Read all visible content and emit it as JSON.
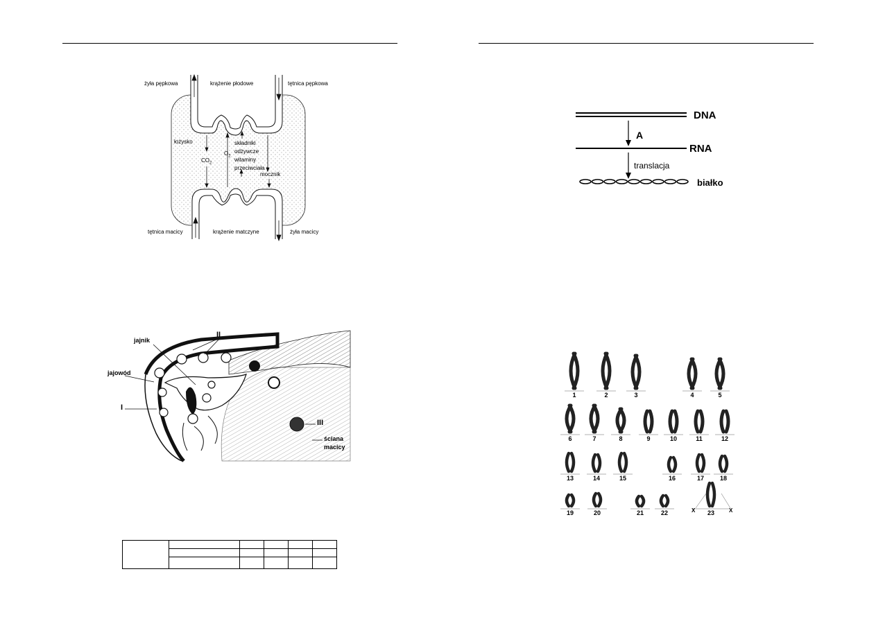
{
  "placenta_diagram": {
    "fetal_vein": "żyła pępkowa",
    "fetal_circulation": "krążenie płodowe",
    "fetal_artery": "tętnica pępkowa",
    "placenta": "łożysko",
    "co2": "CO",
    "co2_sub": "2",
    "o2": "O",
    "o2_sub": "2",
    "nutrients": [
      "składniki",
      "odżywcze",
      "witaminy",
      "przeciwciała"
    ],
    "urea": "mocznik",
    "uterine_artery": "tętnica macicy",
    "maternal_circulation": "krążenie matczyne",
    "uterine_vein": "żyła macicy"
  },
  "reproductive_diagram": {
    "ovary": "jajnik",
    "label_II": "II",
    "oviduct": "jajowód",
    "label_I": "I",
    "label_III": "III",
    "uterine_wall": [
      "ściana",
      "macicy"
    ]
  },
  "dna_diagram": {
    "dna": "DNA",
    "step_a": "A",
    "rna": "RNA",
    "translation": "translacja",
    "protein": "białko"
  },
  "karyotype": {
    "numbers": [
      "1",
      "2",
      "3",
      "4",
      "5",
      "6",
      "7",
      "8",
      "9",
      "10",
      "11",
      "12",
      "13",
      "14",
      "15",
      "16",
      "17",
      "18",
      "19",
      "20",
      "21",
      "22",
      "23"
    ],
    "x_left": "X",
    "x_right": "X"
  },
  "table": {
    "rows": 3,
    "columns": 6
  }
}
